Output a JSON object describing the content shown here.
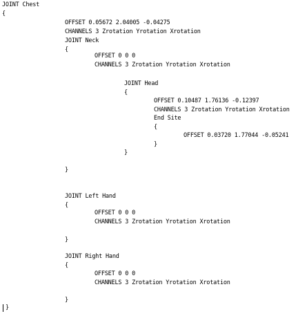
{
  "document": {
    "lines": [
      "JOINT Chest",
      "{",
      "OFFSET 0.05672 2.04005 -0.04275",
      "CHANNELS 3 Zrotation Yrotation Xrotation",
      "JOINT Neck",
      "{",
      "OFFSET 0 0 0",
      "CHANNELS 3 Zrotation Yrotation Xrotation",
      "JOINT Head",
      "{",
      "OFFSET 0.10487 1.76136 -0.12397",
      "CHANNELS 3 Zrotation Yrotation Xrotation",
      "End Site",
      "{",
      "OFFSET 0.03720 1.77044 -0.05241",
      "}",
      "}",
      "}",
      "JOINT Left Hand",
      "{",
      "OFFSET 0 0 0",
      "CHANNELS 3 Zrotation Yrotation Xrotation",
      "}",
      "JOINT Right Hand",
      "{",
      "OFFSET 0 0 0",
      "CHANNELS 3 Zrotation Yrotation Xrotation",
      "}",
      "}"
    ]
  }
}
